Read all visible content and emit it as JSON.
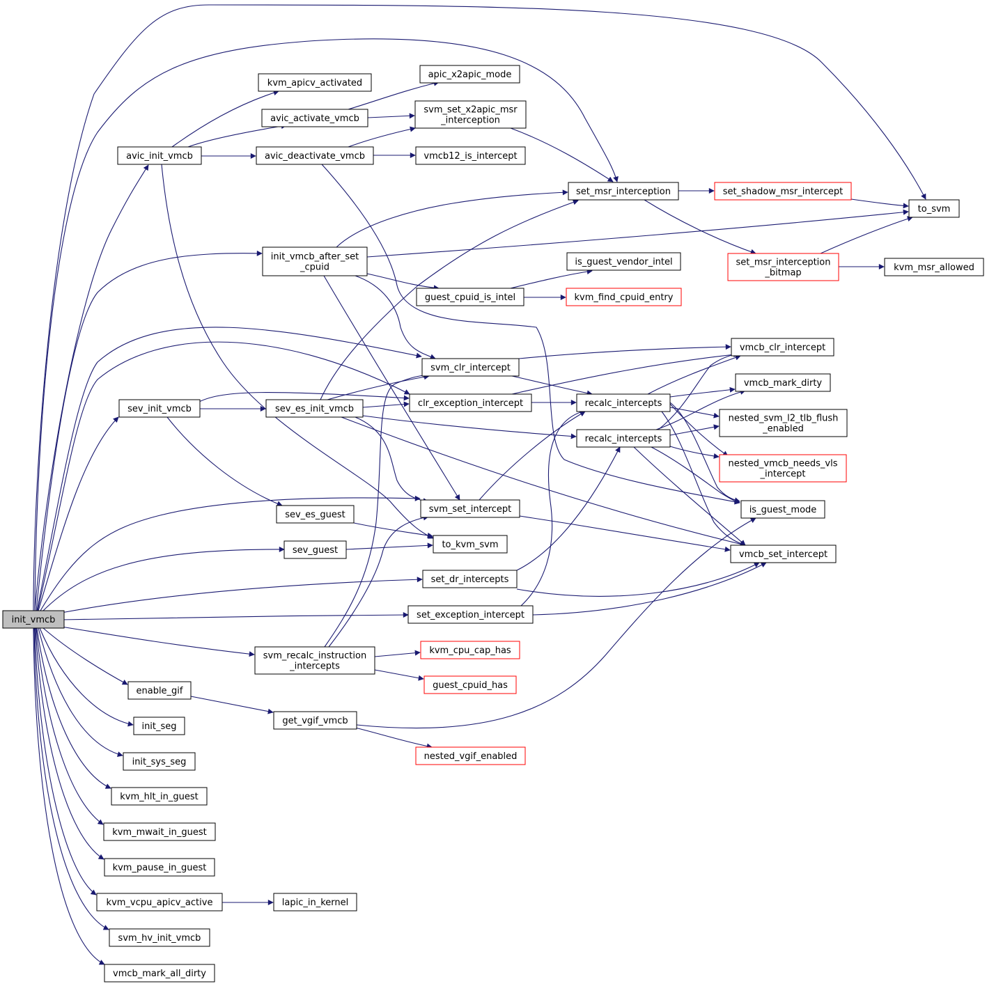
{
  "diagram": {
    "colors": {
      "edge": "#191970",
      "node_border": "#000000",
      "truncated_node_border": "#ff0000",
      "root_fill": "#bfbfbf",
      "background": "#ffffff"
    },
    "nodes": {
      "init_vmcb": {
        "lines": [
          "init_vmcb"
        ],
        "style": "root"
      },
      "avic_init_vmcb": {
        "lines": [
          "avic_init_vmcb"
        ],
        "style": "normal"
      },
      "init_vmcb_after_set_cpuid": {
        "lines": [
          "init_vmcb_after_set",
          "_cpuid"
        ],
        "style": "normal"
      },
      "sev_init_vmcb": {
        "lines": [
          "sev_init_vmcb"
        ],
        "style": "normal"
      },
      "svm_set_intercept": {
        "lines": [
          "svm_set_intercept"
        ],
        "style": "normal"
      },
      "sev_guest": {
        "lines": [
          "sev_guest"
        ],
        "style": "normal"
      },
      "set_dr_intercepts": {
        "lines": [
          "set_dr_intercepts"
        ],
        "style": "normal"
      },
      "set_exception_intercept": {
        "lines": [
          "set_exception_intercept"
        ],
        "style": "normal"
      },
      "svm_recalc_instruction_intercepts": {
        "lines": [
          "svm_recalc_instruction",
          "_intercepts"
        ],
        "style": "normal"
      },
      "enable_gif": {
        "lines": [
          "enable_gif"
        ],
        "style": "normal"
      },
      "init_seg": {
        "lines": [
          "init_seg"
        ],
        "style": "normal"
      },
      "init_sys_seg": {
        "lines": [
          "init_sys_seg"
        ],
        "style": "normal"
      },
      "kvm_hlt_in_guest": {
        "lines": [
          "kvm_hlt_in_guest"
        ],
        "style": "normal"
      },
      "kvm_mwait_in_guest": {
        "lines": [
          "kvm_mwait_in_guest"
        ],
        "style": "normal"
      },
      "kvm_pause_in_guest": {
        "lines": [
          "kvm_pause_in_guest"
        ],
        "style": "normal"
      },
      "kvm_vcpu_apicv_active": {
        "lines": [
          "kvm_vcpu_apicv_active"
        ],
        "style": "normal"
      },
      "svm_hv_init_vmcb": {
        "lines": [
          "svm_hv_init_vmcb"
        ],
        "style": "normal"
      },
      "vmcb_mark_all_dirty": {
        "lines": [
          "vmcb_mark_all_dirty"
        ],
        "style": "normal"
      },
      "kvm_apicv_activated": {
        "lines": [
          "kvm_apicv_activated"
        ],
        "style": "normal"
      },
      "avic_activate_vmcb": {
        "lines": [
          "avic_activate_vmcb"
        ],
        "style": "normal"
      },
      "avic_deactivate_vmcb": {
        "lines": [
          "avic_deactivate_vmcb"
        ],
        "style": "normal"
      },
      "apic_x2apic_mode": {
        "lines": [
          "apic_x2apic_mode"
        ],
        "style": "normal"
      },
      "svm_set_x2apic_msr_interception": {
        "lines": [
          "svm_set_x2apic_msr",
          "_interception"
        ],
        "style": "normal"
      },
      "vmcb12_is_intercept": {
        "lines": [
          "vmcb12_is_intercept"
        ],
        "style": "normal"
      },
      "set_msr_interception": {
        "lines": [
          "set_msr_interception"
        ],
        "style": "normal"
      },
      "to_svm": {
        "lines": [
          "to_svm"
        ],
        "style": "normal"
      },
      "set_shadow_msr_intercept": {
        "lines": [
          "set_shadow_msr_intercept"
        ],
        "style": "red"
      },
      "set_msr_interception_bitmap": {
        "lines": [
          "set_msr_interception",
          "_bitmap"
        ],
        "style": "red"
      },
      "kvm_msr_allowed": {
        "lines": [
          "kvm_msr_allowed"
        ],
        "style": "normal"
      },
      "guest_cpuid_is_intel": {
        "lines": [
          "guest_cpuid_is_intel"
        ],
        "style": "normal"
      },
      "is_guest_vendor_intel": {
        "lines": [
          "is_guest_vendor_intel"
        ],
        "style": "normal"
      },
      "kvm_find_cpuid_entry": {
        "lines": [
          "kvm_find_cpuid_entry"
        ],
        "style": "red"
      },
      "svm_clr_intercept": {
        "lines": [
          "svm_clr_intercept"
        ],
        "style": "normal"
      },
      "vmcb_clr_intercept": {
        "lines": [
          "vmcb_clr_intercept"
        ],
        "style": "normal"
      },
      "sev_es_init_vmcb": {
        "lines": [
          "sev_es_init_vmcb"
        ],
        "style": "normal"
      },
      "clr_exception_intercept": {
        "lines": [
          "clr_exception_intercept"
        ],
        "style": "normal"
      },
      "recalc_intercepts_1": {
        "lines": [
          "recalc_intercepts"
        ],
        "style": "normal"
      },
      "recalc_intercepts_2": {
        "lines": [
          "recalc_intercepts"
        ],
        "style": "normal"
      },
      "vmcb_mark_dirty": {
        "lines": [
          "vmcb_mark_dirty"
        ],
        "style": "normal"
      },
      "nested_svm_l2_tlb_flush_enabled": {
        "lines": [
          "nested_svm_l2_tlb_flush",
          "_enabled"
        ],
        "style": "normal"
      },
      "nested_vmcb_needs_vls_intercept": {
        "lines": [
          "nested_vmcb_needs_vls",
          "_intercept"
        ],
        "style": "red"
      },
      "is_guest_mode": {
        "lines": [
          "is_guest_mode"
        ],
        "style": "normal"
      },
      "vmcb_set_intercept": {
        "lines": [
          "vmcb_set_intercept"
        ],
        "style": "normal"
      },
      "sev_es_guest": {
        "lines": [
          "sev_es_guest"
        ],
        "style": "normal"
      },
      "to_kvm_svm": {
        "lines": [
          "to_kvm_svm"
        ],
        "style": "normal"
      },
      "kvm_cpu_cap_has": {
        "lines": [
          "kvm_cpu_cap_has"
        ],
        "style": "red"
      },
      "guest_cpuid_has": {
        "lines": [
          "guest_cpuid_has"
        ],
        "style": "red"
      },
      "get_vgif_vmcb": {
        "lines": [
          "get_vgif_vmcb"
        ],
        "style": "normal"
      },
      "nested_vgif_enabled": {
        "lines": [
          "nested_vgif_enabled"
        ],
        "style": "red"
      },
      "lapic_in_kernel": {
        "lines": [
          "lapic_in_kernel"
        ],
        "style": "normal"
      }
    }
  }
}
